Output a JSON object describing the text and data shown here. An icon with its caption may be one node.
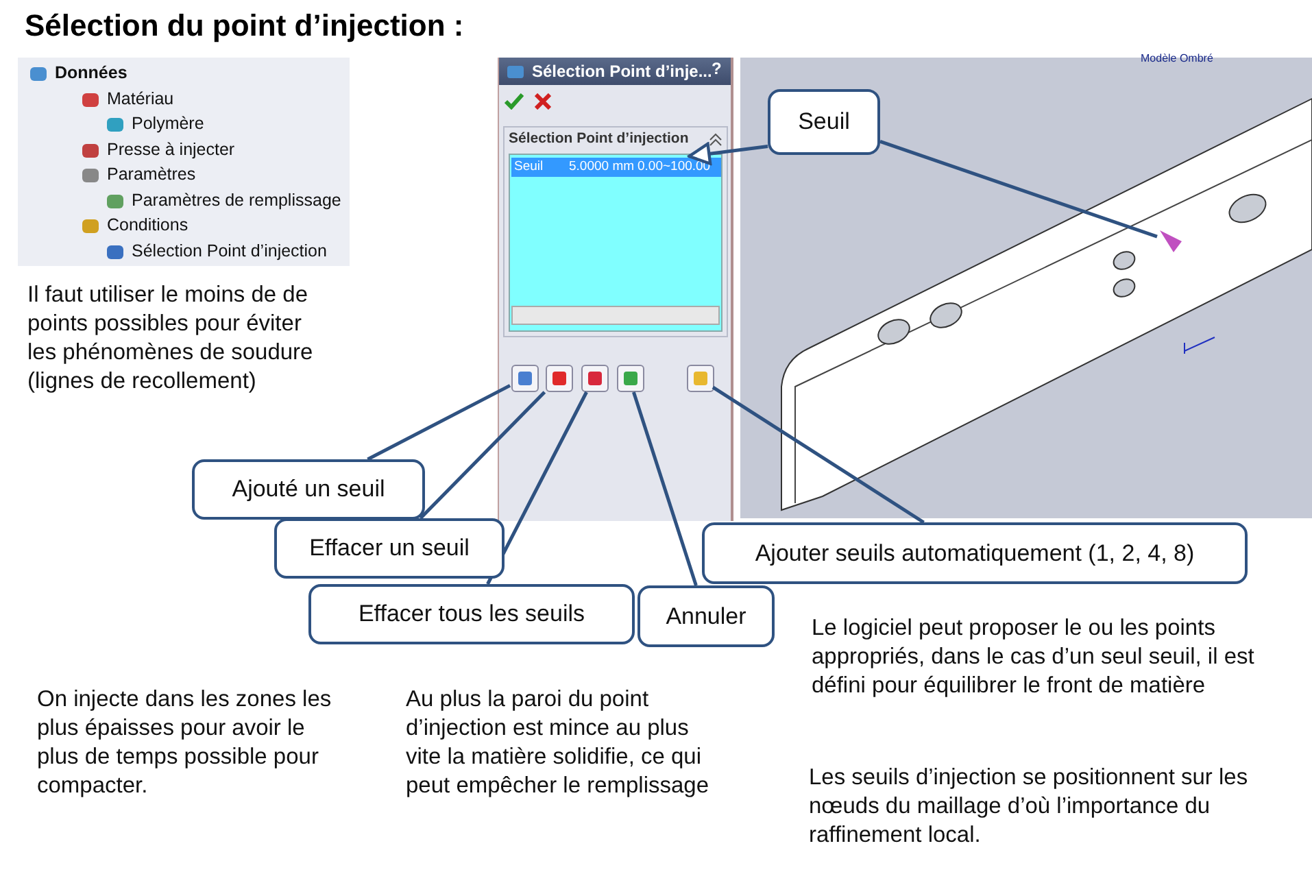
{
  "diagram": {
    "title": "Sélection du point d’injection :",
    "nodes": [
      {
        "text": [
          "Sélection Point d’inje..."
        ]
      },
      {
        "text": [
          "Sélection Point d’injection"
        ],
        "in": 0
      },
      {
        "text": [
          "Seuil",
          "5.0000 mm",
          "0.00~100.00"
        ],
        "in": 1
      },
      {
        "text": [],
        "shape": "box",
        "in": 0
      },
      {
        "text": [],
        "shape": "box",
        "in": 0
      },
      {
        "text": [],
        "shape": "box",
        "in": 0
      },
      {
        "text": [],
        "shape": "box",
        "in": 0
      },
      {
        "text": [],
        "shape": "box",
        "in": 0
      },
      {
        "text": [],
        "shape": "picture"
      },
      {
        "text": [],
        "shape": "cone",
        "in": 8
      },
      {
        "text": [
          "Seuil"
        ],
        "in": 8
      },
      {
        "text": [
          "Ajouté un seuil"
        ]
      },
      {
        "text": [
          "Effacer un seuil"
        ]
      },
      {
        "text": [
          "Effacer tous les seuils"
        ]
      },
      {
        "text": [
          "Annuler"
        ]
      },
      {
        "text": [
          "Ajouter seuils automatiquement (1, 2, 4, 8)"
        ]
      }
    ],
    "edges": [
      {
        "from": 10,
        "to": 2,
        "arrow": "to"
      },
      {
        "from": 10,
        "to": 9,
        "arrow": "none"
      },
      {
        "from": 11,
        "to": 3,
        "arrow": "none"
      },
      {
        "from": 12,
        "to": 4,
        "arrow": "none"
      },
      {
        "from": 13,
        "to": 5,
        "arrow": "none"
      },
      {
        "from": 14,
        "to": 6,
        "arrow": "none"
      },
      {
        "from": 15,
        "to": 7,
        "arrow": "none"
      }
    ],
    "labels": [
      "Données",
      "Matériau",
      "Polymère",
      "Presse à injecter",
      "Paramètres",
      "Paramètres de remplissage",
      "Conditions",
      "Sélection Point d’injection",
      "?",
      "Modèle Ombré",
      "Il faut utiliser le moins de de points possibles pour éviter les phénomènes de soudure (lignes de recollement)",
      "On injecte dans les zones les plus épaisses pour avoir le plus de temps possible pour compacter.",
      "Au plus la paroi du point d’injection est mince au plus vite la matière solidifie, ce qui peut empêcher le remplissage",
      "Le logiciel peut proposer le ou les points appropriés, dans le cas d’un seul seuil, il est défini pour équilibrer le front de matière",
      "Les seuils d’injection se positionnent sur les nœuds du maillage d’où l’importance du raffinement local."
    ]
  }
}
